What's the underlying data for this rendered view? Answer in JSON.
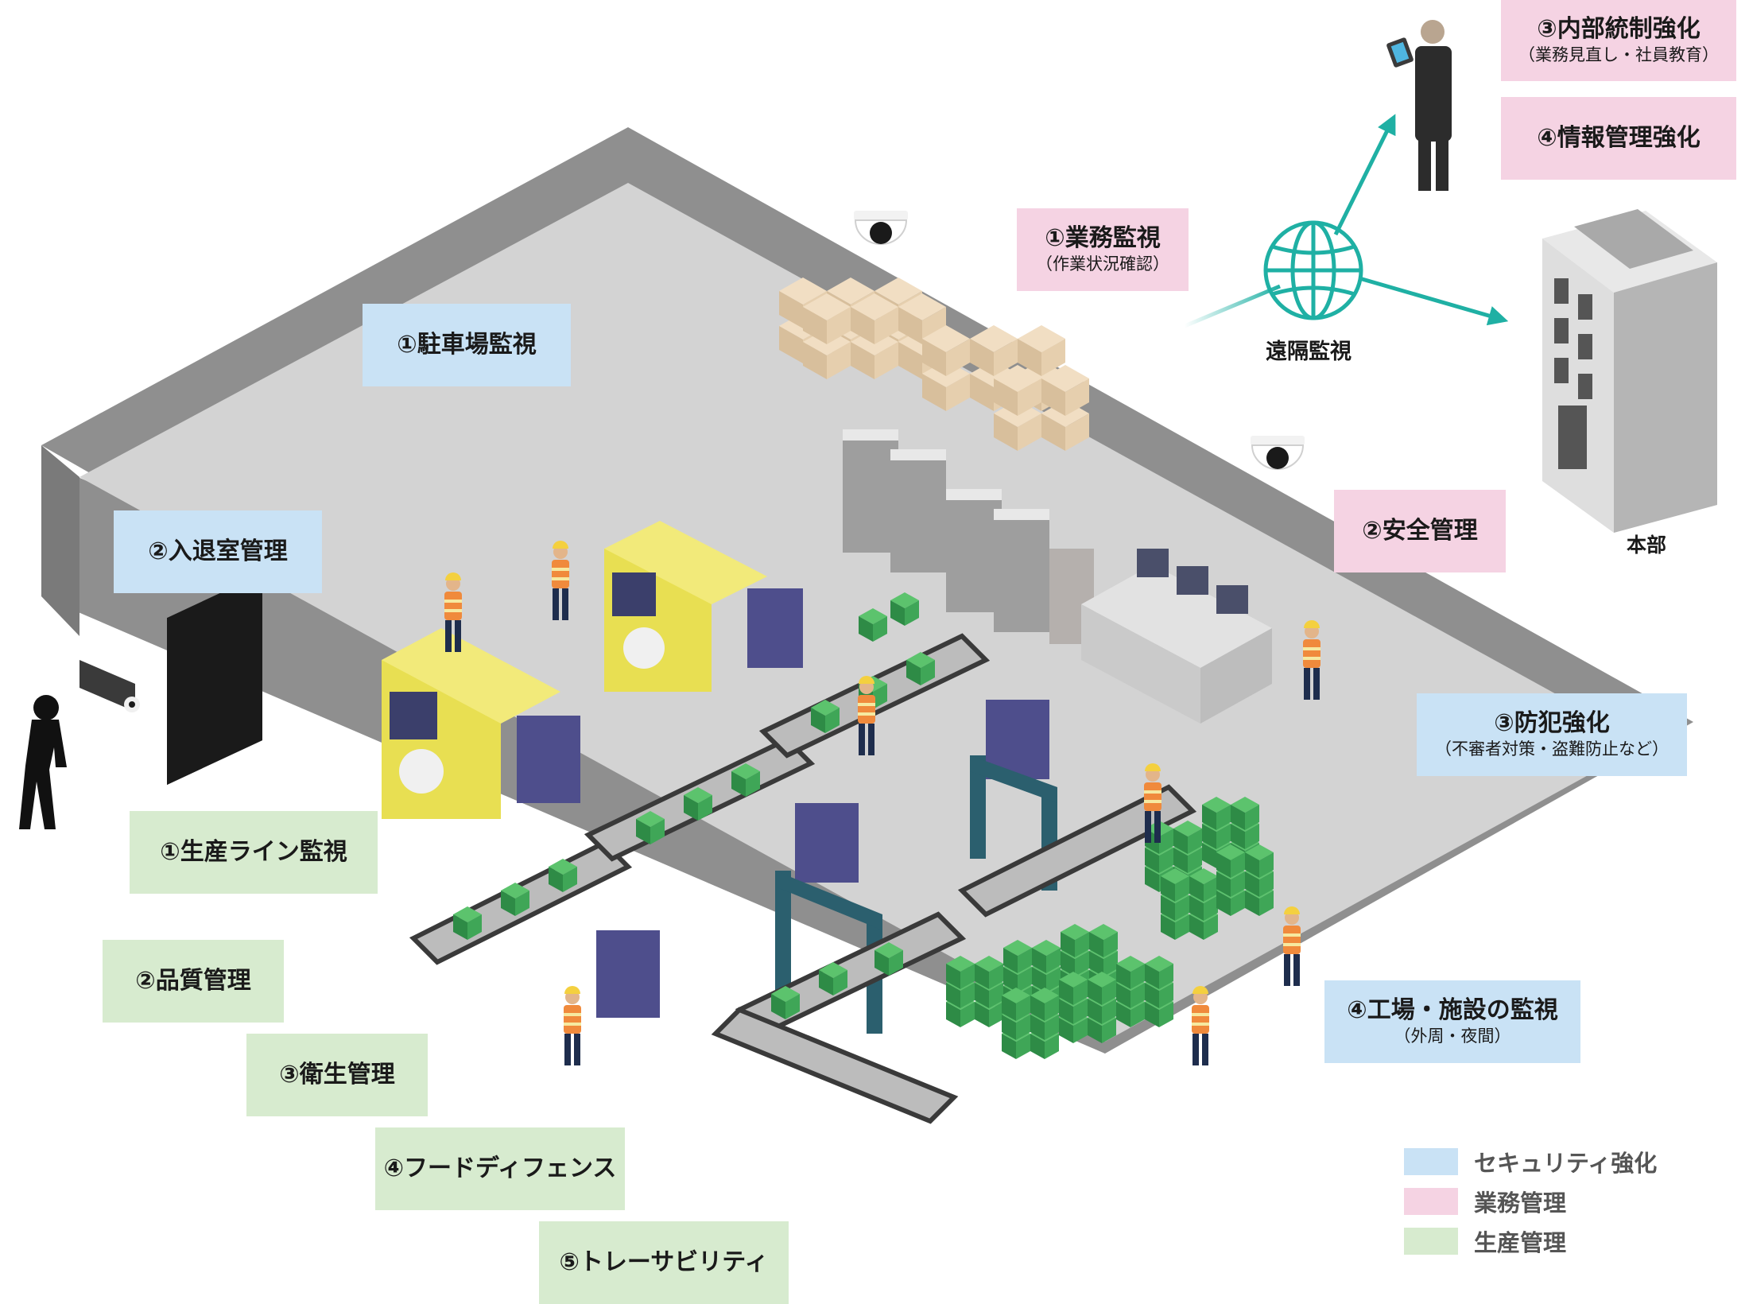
{
  "colors": {
    "security": "#c9e2f5",
    "business": "#f5d3e3",
    "production": "#d7ebcf",
    "teal": "#1fb0a4",
    "wall": "#8f8f8f",
    "floor": "#d3d3d3"
  },
  "labels": {
    "parking": "①駐車場監視",
    "entry": "②入退室管理",
    "work_monitor": {
      "main": "①業務監視",
      "sub": "（作業状況確認）"
    },
    "safety": "②安全管理",
    "crime": {
      "main": "③防犯強化",
      "sub": "（不審者対策・盗難防止など）"
    },
    "facility": {
      "main": "④工場・施設の監視",
      "sub": "（外周・夜間）"
    },
    "internal_control": {
      "main": "③内部統制強化",
      "sub": "（業務見直し・社員教育）"
    },
    "info_mgmt": "④情報管理強化",
    "line_monitor": "①生産ライン監視",
    "quality": "②品質管理",
    "hygiene": "③衛生管理",
    "food_defense": "④フードディフェンス",
    "traceability": "⑤トレーサビリティ"
  },
  "remote_monitoring": "遠隔監視",
  "headquarters": "本部",
  "legend": [
    {
      "label": "セキュリティ強化",
      "color": "#c9e2f5"
    },
    {
      "label": "業務管理",
      "color": "#f5d3e3"
    },
    {
      "label": "生産管理",
      "color": "#d7ebcf"
    }
  ],
  "icons": [
    "dome-camera-icon",
    "security-camera-icon",
    "globe-icon",
    "building-icon",
    "manager-icon",
    "intruder-icon",
    "worker-icon"
  ]
}
